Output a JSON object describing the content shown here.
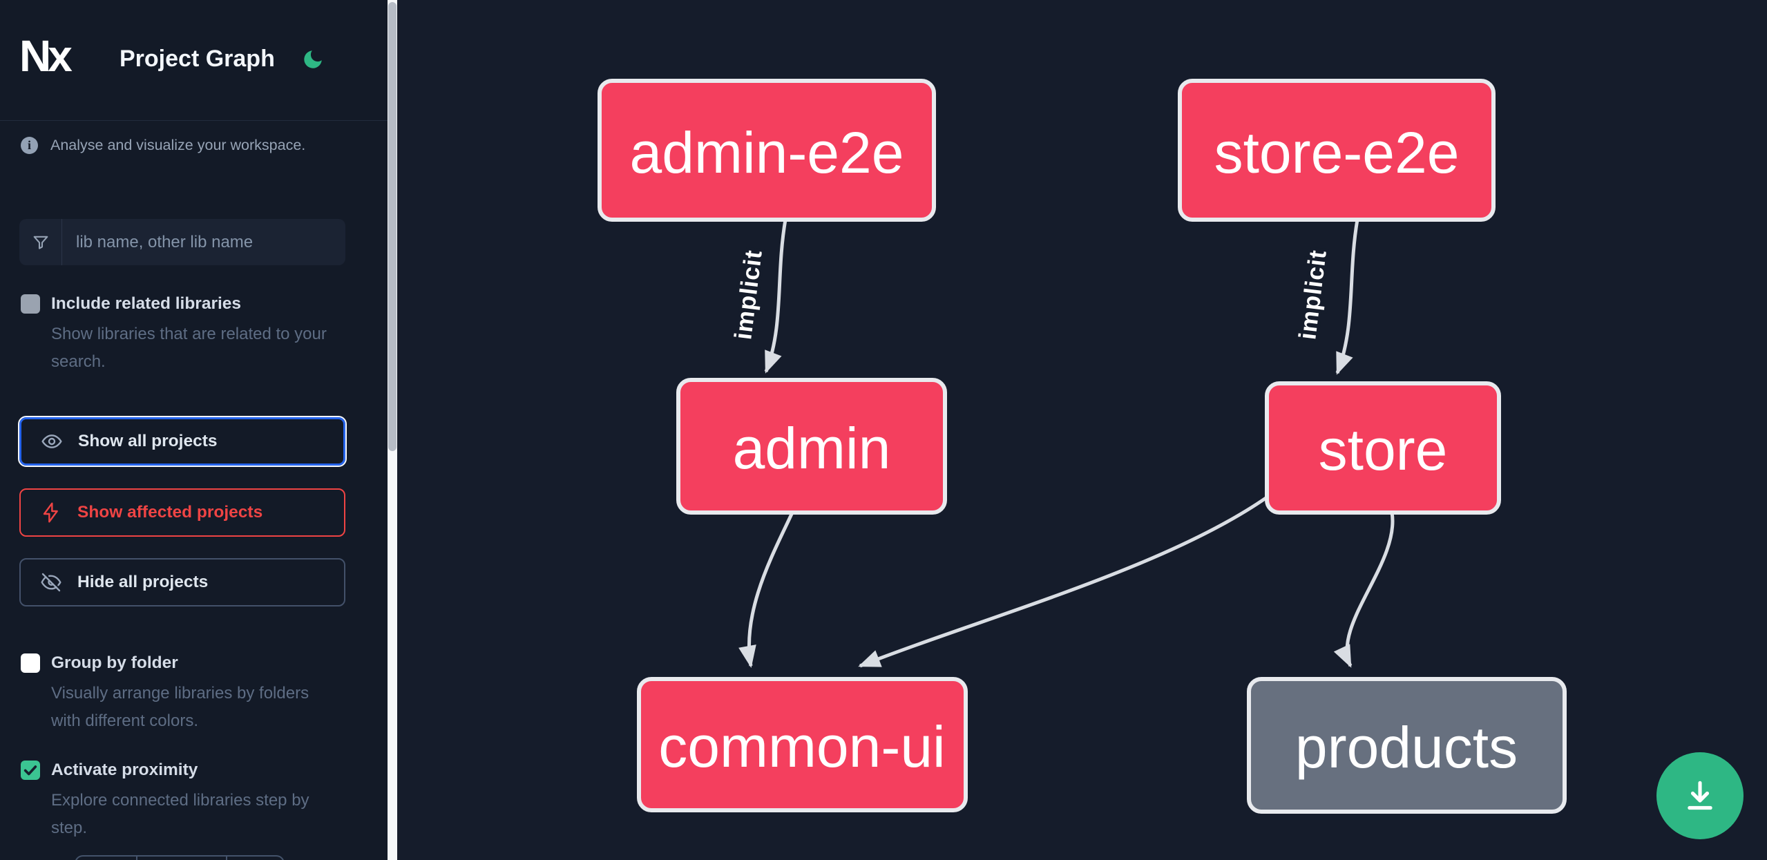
{
  "header": {
    "logo_text": "Nx",
    "title": "Project Graph"
  },
  "intro": {
    "text": "Analyse and visualize your workspace."
  },
  "search": {
    "placeholder": "lib name, other lib name",
    "value": ""
  },
  "options": {
    "related": {
      "label": "Include related libraries",
      "description": "Show libraries that are related to your search.",
      "checked": false
    },
    "group": {
      "label": "Group by folder",
      "description": "Visually arrange libraries by folders with different colors.",
      "checked": false
    },
    "proximity": {
      "label": "Activate proximity",
      "description": "Explore connected libraries step by step.",
      "checked": true
    }
  },
  "actions": {
    "show_all": {
      "label": "Show all projects",
      "state": "focused"
    },
    "show_affected": {
      "label": "Show affected projects",
      "state": "affected"
    },
    "hide_all": {
      "label": "Hide all projects",
      "state": "default"
    }
  },
  "graph": {
    "nodes": {
      "admin_e2e": {
        "label": "admin-e2e",
        "color": "#f43f5e"
      },
      "store_e2e": {
        "label": "store-e2e",
        "color": "#f43f5e"
      },
      "admin": {
        "label": "admin",
        "color": "#f43f5e"
      },
      "store": {
        "label": "store",
        "color": "#f43f5e"
      },
      "common_ui": {
        "label": "common-ui",
        "color": "#f43f5e"
      },
      "products": {
        "label": "products",
        "color": "#67707f"
      }
    },
    "edges": [
      {
        "source": "admin-e2e",
        "target": "admin",
        "label": "implicit"
      },
      {
        "source": "store-e2e",
        "target": "store",
        "label": "implicit"
      },
      {
        "source": "admin",
        "target": "common-ui",
        "label": ""
      },
      {
        "source": "store",
        "target": "common-ui",
        "label": ""
      },
      {
        "source": "store",
        "target": "products",
        "label": ""
      }
    ]
  },
  "colors": {
    "background": "#151c2b",
    "node_pink": "#f43f5e",
    "node_gray": "#67707f",
    "accent_green": "#2eb784",
    "checkbox_green": "#3bc492",
    "focus_blue": "#2563eb",
    "affected_red": "#ef4444",
    "edge": "#d9dde3"
  }
}
